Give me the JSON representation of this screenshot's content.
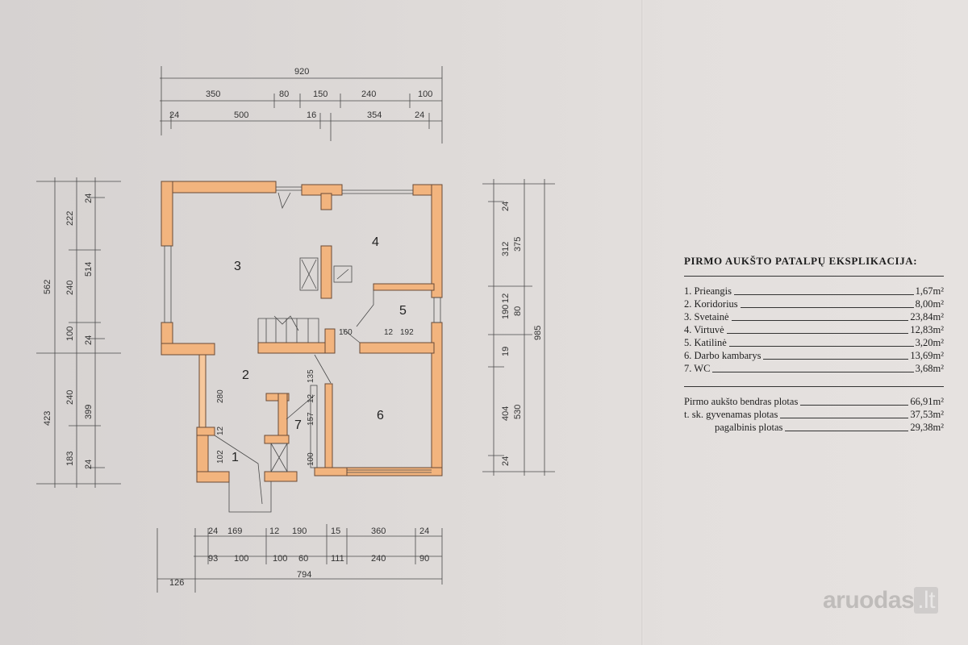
{
  "plan": {
    "top_dims": {
      "row1": [
        "920"
      ],
      "row2": [
        "350",
        "80",
        "150",
        "240",
        "100"
      ],
      "row3": [
        "24",
        "500",
        "16",
        "354",
        "24"
      ]
    },
    "left_dims": {
      "outer": [
        "562",
        "423"
      ],
      "mid": [
        "222",
        "240",
        "100",
        "240",
        "183"
      ],
      "inner": [
        "24",
        "514",
        "24",
        "399",
        "24"
      ]
    },
    "right_dims": {
      "inner": [
        "24",
        "312",
        "190",
        "12",
        "19",
        "404",
        "24"
      ],
      "mid": [
        "375",
        "80",
        "530"
      ],
      "outer": [
        "985"
      ]
    },
    "bottom_dims": {
      "row1": [
        "24",
        "169",
        "12",
        "190",
        "15",
        "360",
        "24"
      ],
      "row2": [
        "93",
        "100",
        "100",
        "60",
        "111",
        "240",
        "90"
      ],
      "row3": [
        "126",
        "794"
      ]
    },
    "rooms": [
      "1",
      "2",
      "3",
      "4",
      "5",
      "6",
      "7"
    ],
    "inner_dims": [
      "280",
      "12",
      "102",
      "135",
      "157",
      "12",
      "100",
      "160",
      "12",
      "192"
    ]
  },
  "explication": {
    "title": "PIRMO AUKŠTO PATALPŲ EKSPLIKACIJA:",
    "rooms": [
      {
        "label": "1.  Prieangis",
        "value": "1,67m²"
      },
      {
        "label": "2.  Koridorius",
        "value": "8,00m²"
      },
      {
        "label": "3.  Svetainė",
        "value": "23,84m²"
      },
      {
        "label": "4.  Virtuvė",
        "value": "12,83m²"
      },
      {
        "label": "5.  Katilinė",
        "value": "3,20m²"
      },
      {
        "label": "6.  Darbo kambarys",
        "value": "13,69m²"
      },
      {
        "label": "7.  WC",
        "value": "3,68m²"
      }
    ],
    "totals": [
      {
        "label": "Pirmo aukšto bendras plotas",
        "value": "66,91m²"
      },
      {
        "label": "t. sk. gyvenamas plotas",
        "value": "37,53m²"
      },
      {
        "label": "pagalbinis plotas",
        "value": "29,38m²"
      }
    ]
  },
  "watermark": {
    "brand": "aruodas",
    "tld": ".lt"
  }
}
